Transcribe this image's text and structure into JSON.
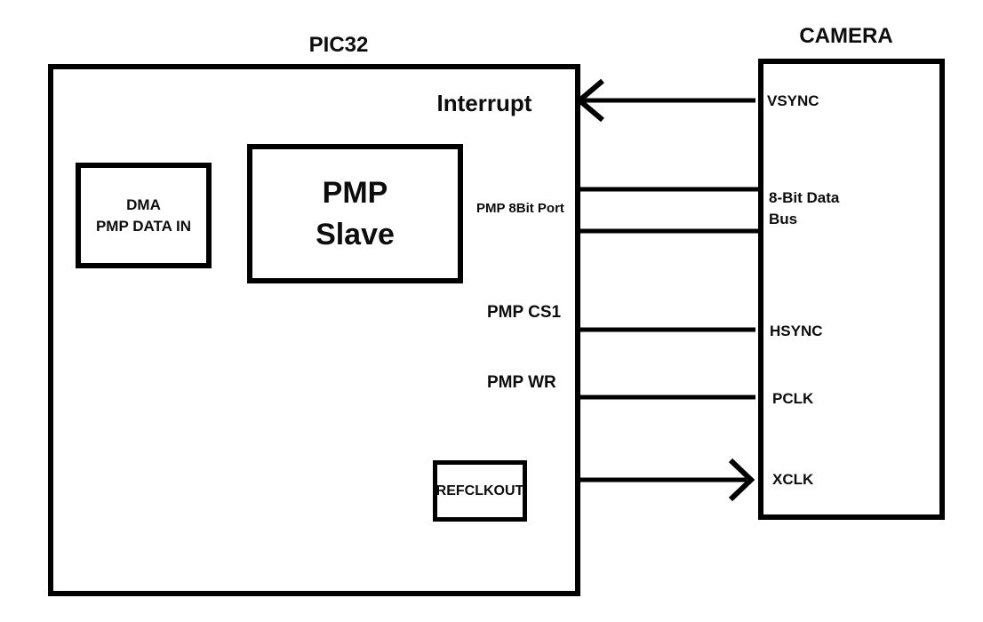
{
  "pic32": {
    "title": "PIC32",
    "interrupt_label": "Interrupt"
  },
  "camera": {
    "title": "CAMERA",
    "pins": {
      "vsync": "VSYNC",
      "data_bus_line1": "8-Bit Data",
      "data_bus_line2": "Bus",
      "hsync": "HSYNC",
      "pclk": "PCLK",
      "xclk": "XCLK"
    }
  },
  "blocks": {
    "dma_line1": "DMA",
    "dma_line2": "PMP DATA IN",
    "pmp_line1": "PMP",
    "pmp_line2": "Slave",
    "refclkout": "REFCLKOUT"
  },
  "signals": {
    "pmp_8bit_port": "PMP 8Bit Port",
    "pmp_cs1": "PMP CS1",
    "pmp_wr": "PMP WR"
  },
  "colors": {
    "line": "#000000",
    "text": "#0d0d0d",
    "background": "#ffffff"
  }
}
